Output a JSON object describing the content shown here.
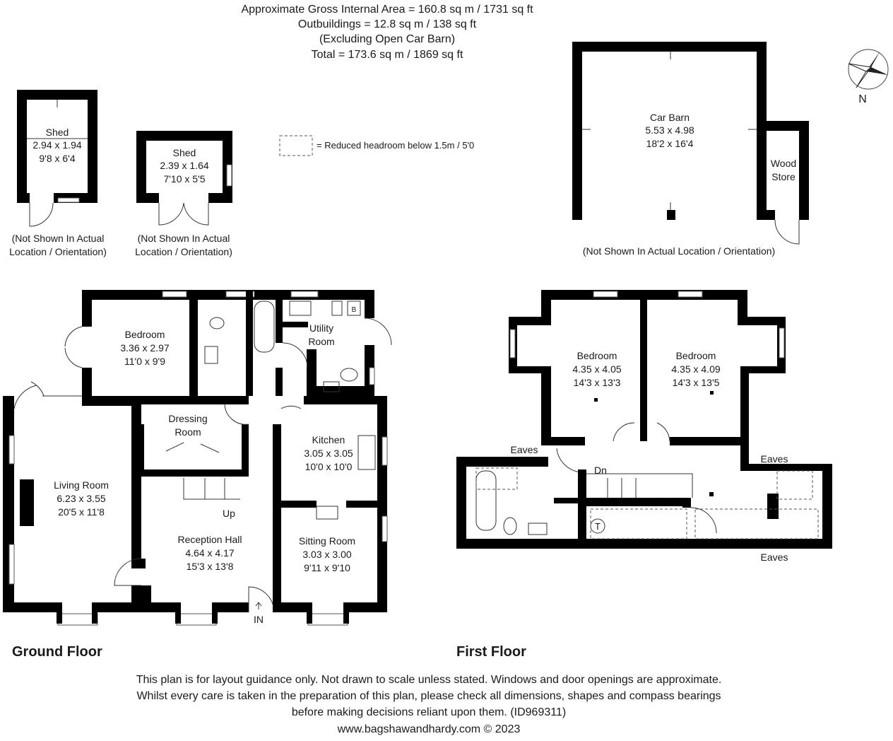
{
  "header": {
    "line1": "Approximate Gross Internal Area = 160.8 sq m / 1731 sq ft",
    "line2": "Outbuildings = 12.8 sq m / 138 sq ft",
    "line3": "(Excluding Open Car Barn)",
    "line4": "Total = 173.6 sq m / 1869 sq ft"
  },
  "legend": {
    "text": "= Reduced headroom below 1.5m / 5'0"
  },
  "compass": {
    "label": "N"
  },
  "outbuildings": {
    "shed1": {
      "name": "Shed",
      "metric": "2.94 x 1.94",
      "imperial": "9'8 x 6'4",
      "note1": "(Not Shown In Actual",
      "note2": "Location / Orientation)"
    },
    "shed2": {
      "name": "Shed",
      "metric": "2.39 x 1.64",
      "imperial": "7'10 x 5'5",
      "note1": "(Not Shown In Actual",
      "note2": "Location / Orientation)"
    },
    "car_barn": {
      "name": "Car Barn",
      "metric": "5.53 x 4.98",
      "imperial": "18'2 x 16'4"
    },
    "wood_store": {
      "line1": "Wood",
      "line2": "Store"
    },
    "barn_note": "(Not Shown In Actual Location / Orientation)"
  },
  "ground_floor": {
    "title": "Ground Floor",
    "bedroom": {
      "name": "Bedroom",
      "metric": "3.36 x 2.97",
      "imperial": "11'0 x 9'9"
    },
    "utility": {
      "line1": "Utility",
      "line2": "Room"
    },
    "boiler": "B",
    "dressing": {
      "line1": "Dressing",
      "line2": "Room"
    },
    "living": {
      "name": "Living Room",
      "metric": "6.23 x 3.55",
      "imperial": "20'5 x 11'8"
    },
    "kitchen": {
      "name": "Kitchen",
      "metric": "3.05 x 3.05",
      "imperial": "10'0 x 10'0"
    },
    "reception": {
      "name": "Reception Hall",
      "metric": "4.64 x 4.17",
      "imperial": "15'3 x 13'8"
    },
    "sitting": {
      "name": "Sitting Room",
      "metric": "3.03 x 3.00",
      "imperial": "9'11 x 9'10"
    },
    "up": "Up",
    "entrance": "IN"
  },
  "first_floor": {
    "title": "First Floor",
    "bedroom1": {
      "name": "Bedroom",
      "metric": "4.35 x 4.05",
      "imperial": "14'3 x 13'3"
    },
    "bedroom2": {
      "name": "Bedroom",
      "metric": "4.35 x 4.09",
      "imperial": "14'3 x 13'5"
    },
    "eaves_left": "Eaves",
    "eaves_right": "Eaves",
    "eaves_bottom": "Eaves",
    "down": "Dn",
    "tank": "T"
  },
  "footer": {
    "line1": "This plan is for layout guidance only. Not drawn to scale unless stated. Windows and door openings are approximate.",
    "line2": "Whilst every care is taken in the preparation of this plan, please check all dimensions, shapes and compass bearings",
    "line3": "before making decisions reliant upon them. (ID969311)",
    "line4": "www.bagshawandhardy.com © 2023"
  }
}
